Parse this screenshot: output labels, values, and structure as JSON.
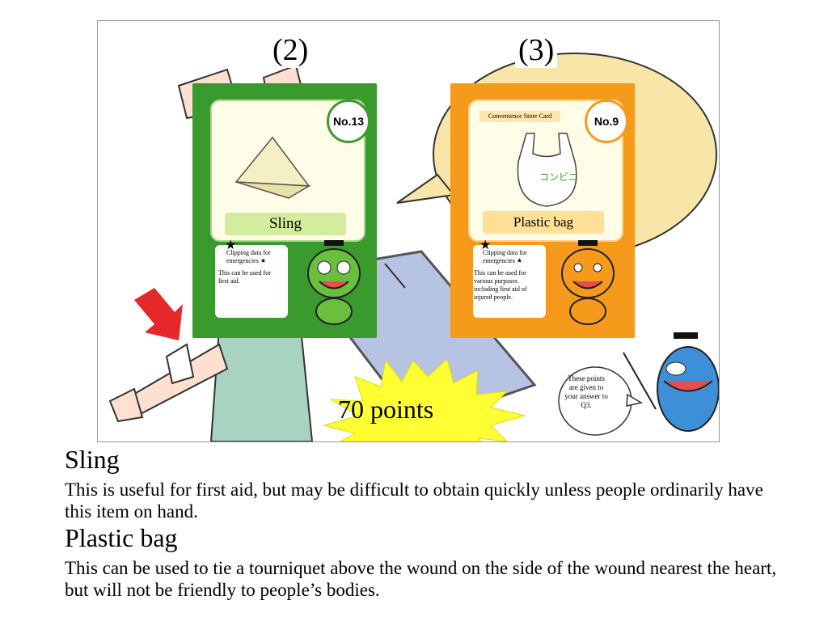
{
  "labels": {
    "card2_marker": "(2)",
    "card3_marker": "(3)"
  },
  "card_sling": {
    "number": "No.13",
    "name": "Sling",
    "clip_title": "Clipping data for emergencies ★",
    "description": "This can be used for first aid.",
    "star": "★",
    "color": "#3a9a2e"
  },
  "card_bag": {
    "number": "No.9",
    "tag": "Convenience Store Card",
    "name": "Plastic bag",
    "bag_text": "コンビニ",
    "clip_title": "Clipping data for emergencies ★",
    "description": "This can be used for various purposes including first aid of injured people.",
    "star": "★",
    "color": "#f59a1b"
  },
  "points": {
    "label": "70 points",
    "color": "#ffff33"
  },
  "bubble": {
    "text": "These points are given to your answer to Q3."
  },
  "sections": [
    {
      "title": "Sling",
      "text": "This is useful for first aid, but may be difficult to obtain quickly unless people ordinarily have this item on hand."
    },
    {
      "title": "Plastic bag",
      "text": "This can be used to tie a tourniquet above the wound on the side of the wound nearest the heart, but will not be friendly to people’s bodies."
    }
  ]
}
